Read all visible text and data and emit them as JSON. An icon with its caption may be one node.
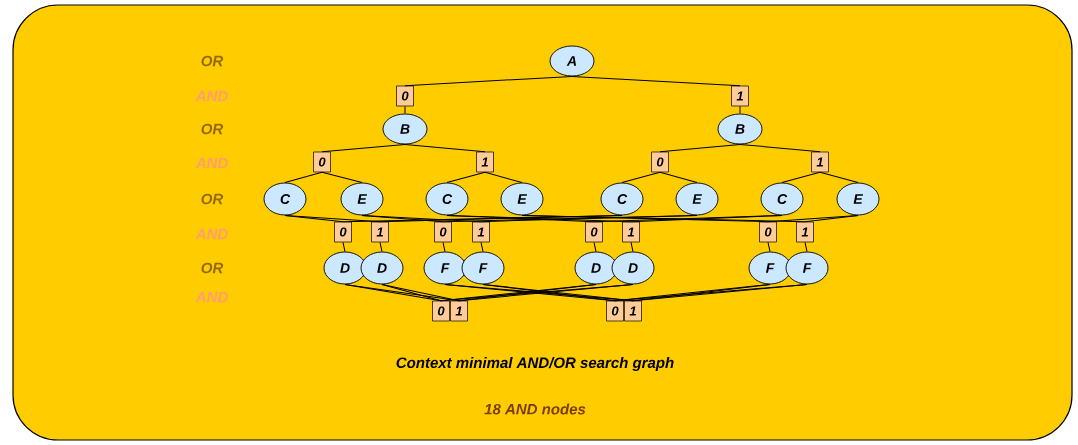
{
  "diagram": {
    "nodes": [
      {
        "text": [
          "A"
        ]
      },
      {
        "text": [
          "0"
        ]
      },
      {
        "text": [
          "1"
        ]
      },
      {
        "text": [
          "B"
        ]
      },
      {
        "text": [
          "B"
        ]
      },
      {
        "text": [
          "0"
        ]
      },
      {
        "text": [
          "1"
        ]
      },
      {
        "text": [
          "0"
        ]
      },
      {
        "text": [
          "1"
        ]
      },
      {
        "text": [
          "C"
        ]
      },
      {
        "text": [
          "E"
        ]
      },
      {
        "text": [
          "C"
        ]
      },
      {
        "text": [
          "E"
        ]
      },
      {
        "text": [
          "C"
        ]
      },
      {
        "text": [
          "E"
        ]
      },
      {
        "text": [
          "C"
        ]
      },
      {
        "text": [
          "E"
        ]
      },
      {
        "text": [
          "0"
        ]
      },
      {
        "text": [
          "1"
        ]
      },
      {
        "text": [
          "0"
        ]
      },
      {
        "text": [
          "1"
        ]
      },
      {
        "text": [
          "0"
        ]
      },
      {
        "text": [
          "1"
        ]
      },
      {
        "text": [
          "0"
        ]
      },
      {
        "text": [
          "1"
        ]
      },
      {
        "text": [
          "D"
        ]
      },
      {
        "text": [
          "D"
        ]
      },
      {
        "text": [
          "F"
        ]
      },
      {
        "text": [
          "F"
        ]
      },
      {
        "text": [
          "D"
        ]
      },
      {
        "text": [
          "D"
        ]
      },
      {
        "text": [
          "F"
        ]
      },
      {
        "text": [
          "F"
        ]
      },
      {
        "text": [
          "0"
        ]
      },
      {
        "text": [
          "1"
        ]
      },
      {
        "text": [
          "0"
        ]
      },
      {
        "text": [
          "1"
        ]
      }
    ],
    "edges": [
      {
        "from": 0,
        "to": 1,
        "arrow": "none"
      },
      {
        "from": 0,
        "to": 2,
        "arrow": "none"
      },
      {
        "from": 1,
        "to": 3,
        "arrow": "none"
      },
      {
        "from": 2,
        "to": 4,
        "arrow": "none"
      },
      {
        "from": 3,
        "to": 5,
        "arrow": "none"
      },
      {
        "from": 3,
        "to": 6,
        "arrow": "none"
      },
      {
        "from": 4,
        "to": 7,
        "arrow": "none"
      },
      {
        "from": 4,
        "to": 8,
        "arrow": "none"
      },
      {
        "from": 5,
        "to": 9,
        "arrow": "none"
      },
      {
        "from": 5,
        "to": 10,
        "arrow": "none"
      },
      {
        "from": 6,
        "to": 11,
        "arrow": "none"
      },
      {
        "from": 6,
        "to": 12,
        "arrow": "none"
      },
      {
        "from": 7,
        "to": 13,
        "arrow": "none"
      },
      {
        "from": 7,
        "to": 14,
        "arrow": "none"
      },
      {
        "from": 8,
        "to": 15,
        "arrow": "none"
      },
      {
        "from": 8,
        "to": 16,
        "arrow": "none"
      },
      {
        "from": 9,
        "to": 17,
        "arrow": "none"
      },
      {
        "from": 9,
        "to": 18,
        "arrow": "none"
      },
      {
        "from": 13,
        "to": 17,
        "arrow": "none"
      },
      {
        "from": 13,
        "to": 18,
        "arrow": "none"
      },
      {
        "from": 11,
        "to": 21,
        "arrow": "none"
      },
      {
        "from": 11,
        "to": 22,
        "arrow": "none"
      },
      {
        "from": 15,
        "to": 21,
        "arrow": "none"
      },
      {
        "from": 15,
        "to": 22,
        "arrow": "none"
      },
      {
        "from": 10,
        "to": 19,
        "arrow": "none"
      },
      {
        "from": 10,
        "to": 20,
        "arrow": "none"
      },
      {
        "from": 14,
        "to": 19,
        "arrow": "none"
      },
      {
        "from": 14,
        "to": 20,
        "arrow": "none"
      },
      {
        "from": 12,
        "to": 23,
        "arrow": "none"
      },
      {
        "from": 12,
        "to": 24,
        "arrow": "none"
      },
      {
        "from": 16,
        "to": 23,
        "arrow": "none"
      },
      {
        "from": 16,
        "to": 24,
        "arrow": "none"
      },
      {
        "from": 17,
        "to": 25,
        "arrow": "none"
      },
      {
        "from": 18,
        "to": 26,
        "arrow": "none"
      },
      {
        "from": 19,
        "to": 27,
        "arrow": "none"
      },
      {
        "from": 20,
        "to": 28,
        "arrow": "none"
      },
      {
        "from": 21,
        "to": 29,
        "arrow": "none"
      },
      {
        "from": 22,
        "to": 30,
        "arrow": "none"
      },
      {
        "from": 23,
        "to": 31,
        "arrow": "none"
      },
      {
        "from": 24,
        "to": 32,
        "arrow": "none"
      },
      {
        "from": 25,
        "to": 33,
        "arrow": "none"
      },
      {
        "from": 25,
        "to": 34,
        "arrow": "none"
      },
      {
        "from": 26,
        "to": 33,
        "arrow": "none"
      },
      {
        "from": 26,
        "to": 34,
        "arrow": "none"
      },
      {
        "from": 29,
        "to": 33,
        "arrow": "none"
      },
      {
        "from": 29,
        "to": 34,
        "arrow": "none"
      },
      {
        "from": 30,
        "to": 33,
        "arrow": "none"
      },
      {
        "from": 30,
        "to": 34,
        "arrow": "none"
      },
      {
        "from": 27,
        "to": 35,
        "arrow": "none"
      },
      {
        "from": 27,
        "to": 36,
        "arrow": "none"
      },
      {
        "from": 28,
        "to": 35,
        "arrow": "none"
      },
      {
        "from": 28,
        "to": 36,
        "arrow": "none"
      },
      {
        "from": 31,
        "to": 35,
        "arrow": "none"
      },
      {
        "from": 31,
        "to": 36,
        "arrow": "none"
      },
      {
        "from": 32,
        "to": 35,
        "arrow": "none"
      },
      {
        "from": 32,
        "to": 36,
        "arrow": "none"
      }
    ],
    "labels": [
      "OR",
      "AND",
      "OR",
      "AND",
      "OR",
      "AND",
      "OR",
      "AND",
      "Context minimal AND/OR search graph",
      "18 AND nodes"
    ]
  }
}
